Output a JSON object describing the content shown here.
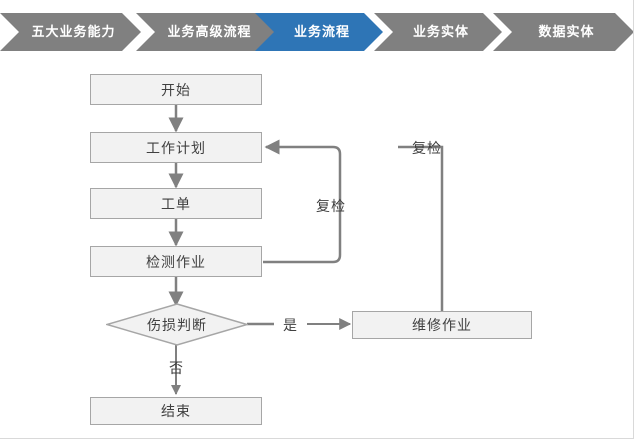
{
  "colors": {
    "chevron_inactive": "#808080",
    "chevron_active": "#2e75b6",
    "chevron_text": "#ffffff",
    "node_fill": "#f2f2f2",
    "node_border": "#a6a6a6",
    "node_text": "#404040",
    "connector": "#808080",
    "page_background": "#ffffff"
  },
  "breadcrumb": {
    "items": [
      {
        "label": "五大业务能力",
        "active": false
      },
      {
        "label": "业务高级流程",
        "active": false
      },
      {
        "label": "业务流程",
        "active": true
      },
      {
        "label": "业务实体",
        "active": false
      },
      {
        "label": "数据实体",
        "active": false
      }
    ]
  },
  "flowchart": {
    "nodes": [
      {
        "id": "start",
        "label": "开始",
        "shape": "rect"
      },
      {
        "id": "workplan",
        "label": "工作计划",
        "shape": "rect"
      },
      {
        "id": "workorder",
        "label": "工单",
        "shape": "rect"
      },
      {
        "id": "inspect",
        "label": "检测作业",
        "shape": "rect"
      },
      {
        "id": "decision",
        "label": "伤损判断",
        "shape": "diamond"
      },
      {
        "id": "repair",
        "label": "维修作业",
        "shape": "rect"
      },
      {
        "id": "end",
        "label": "结束",
        "shape": "rect"
      }
    ],
    "edge_labels": [
      {
        "id": "recheck-inner",
        "label": "复检"
      },
      {
        "id": "recheck-outer",
        "label": "复检"
      },
      {
        "id": "yes",
        "label": "是"
      },
      {
        "id": "no",
        "label": "否"
      }
    ]
  }
}
